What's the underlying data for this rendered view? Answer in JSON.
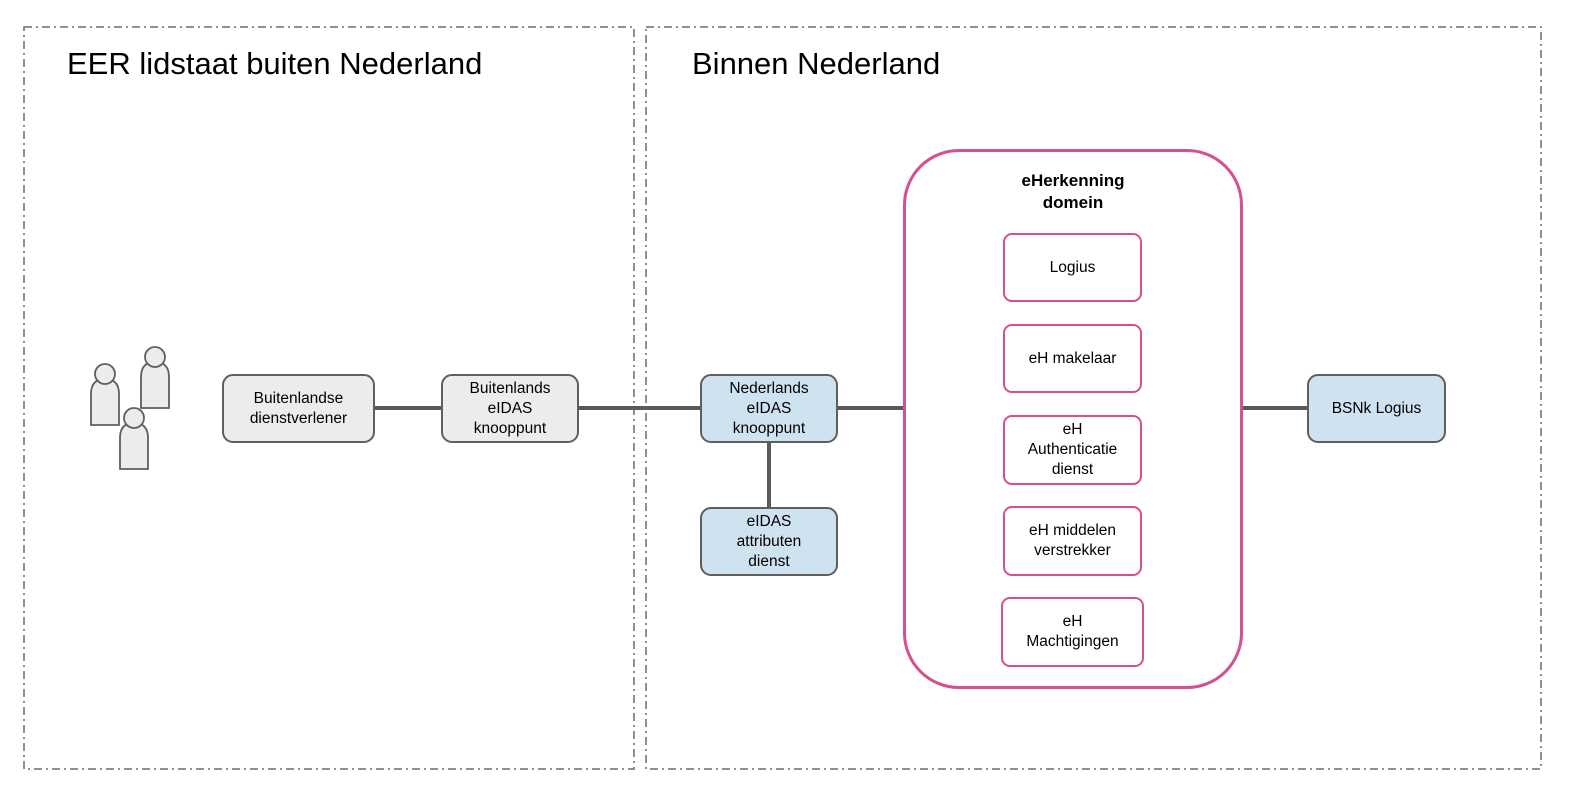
{
  "regions": {
    "foreign": {
      "title": "EER lidstaat buiten Nederland"
    },
    "domestic": {
      "title": "Binnen Nederland"
    }
  },
  "nodes": {
    "buitenlandse_dienstverlener": "Buitenlandse\ndienstverlener",
    "buitenlands_eidas_knooppunt": "Buitenlands\neIDAS\nknooppunt",
    "nederlands_eidas_knooppunt": "Nederlands\neIDAS\nknooppunt",
    "eidas_attributen_dienst": "eIDAS\nattributen\ndienst",
    "bsnk_logius": "BSNk Logius"
  },
  "eherkenning_domain": {
    "title": "eHerkenning\ndomein",
    "members": {
      "logius": "Logius",
      "eh_makelaar": "eH makelaar",
      "eh_authenticatie_dienst": "eH\nAuthenticatie\ndienst",
      "eh_middelen_verstrekker": "eH middelen\nverstrekker",
      "eh_machtigingen": "eH\nMachtigingen"
    }
  },
  "users_icon": "users-group-icon",
  "colors": {
    "grey_fill": "#ececec",
    "blue_fill": "#cfe2f0",
    "node_border": "#5f5f5f",
    "domain_border": "#d4508f",
    "connector": "#5a5a5a",
    "region_border": "#6a6a6a"
  }
}
